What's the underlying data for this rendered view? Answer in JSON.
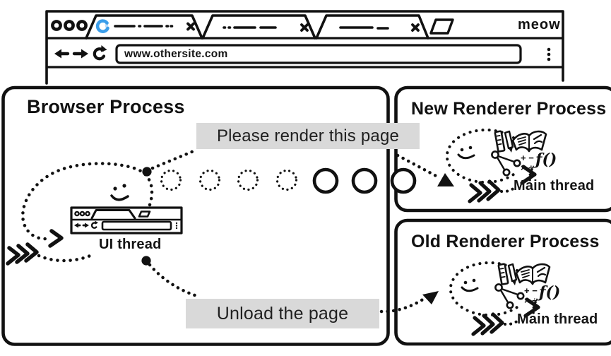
{
  "browser_window": {
    "url": "www.othersite.com",
    "brand_label": "meow"
  },
  "browser_process": {
    "title": "Browser Process",
    "ui_thread_label": "UI thread",
    "messages": {
      "render": "Please render this page",
      "unload": "Unload the page"
    }
  },
  "new_renderer_process": {
    "title": "New Renderer Process",
    "main_thread_label": "Main thread"
  },
  "old_renderer_process": {
    "title": "Old Renderer Process",
    "main_thread_label": "Main thread"
  },
  "icon_glyphs": {
    "function": "ƒ()",
    "math_plus_minus": "+ −",
    "math_times_divide": "× ÷"
  },
  "colors": {
    "ink": "#111111",
    "label_background": "#d9d9d9",
    "spinner_blue": "#3b9eea"
  }
}
